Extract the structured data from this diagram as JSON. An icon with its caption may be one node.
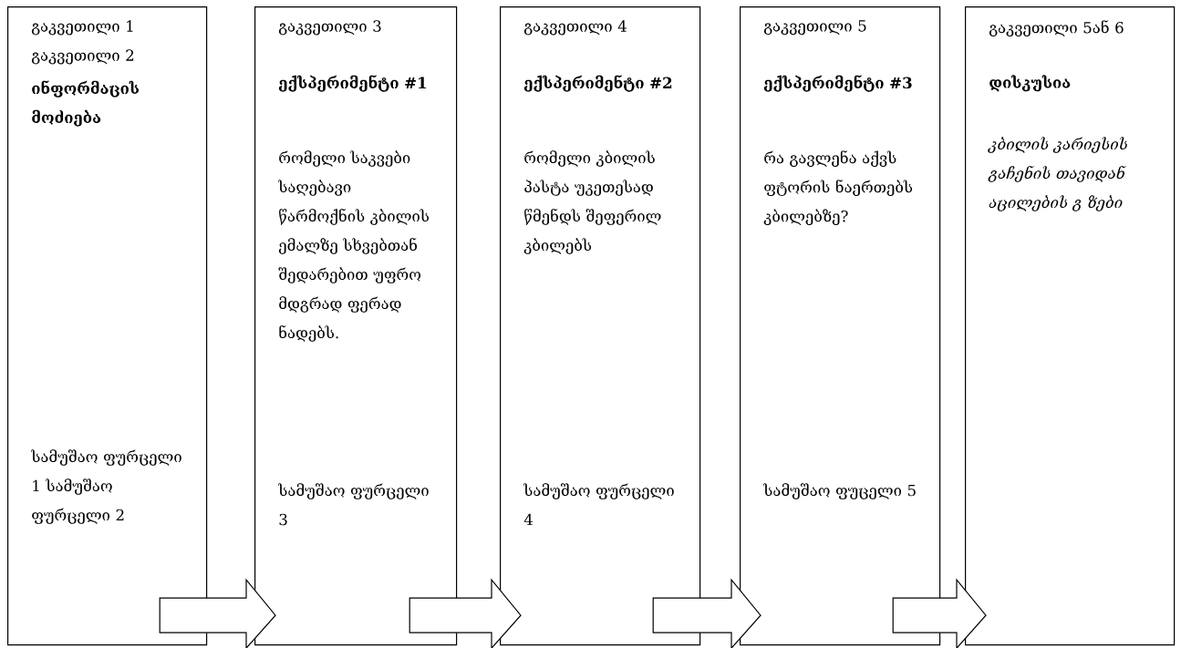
{
  "diagram": {
    "nodes": [
      {
        "text": [
          "გაკვეთილი 1 გაკვეთილი 2",
          "ინფორმაცის მოძიება",
          "სამუშაო ფურცელი 1 სამუშაო ფურცელი 2"
        ]
      },
      {
        "text": [
          "გაკვეთილი 3",
          "ექსპერიმენტი #1",
          "რომელი საკვები საღებავი წარმოქნის კბილის ემალზე სხვებთან შედარებით უფრო მდგრად ფერად ნადებს.",
          "სამუშაო ფურცელი 3"
        ]
      },
      {
        "text": [
          "გაკვეთილი 4",
          "ექსპერიმენტი #2",
          "რომელი კბილის პასტა უკეთესად წმენდს შეფერილ კბილებს",
          "სამუშაო ფურცელი 4"
        ]
      },
      {
        "text": [
          "გაკვეთილი 5",
          "ექსპერიმენტი #3",
          "რა გავლენა აქვს ფტორის ნაერთებს კბილებზე?",
          "სამუშაო ფუცელი 5"
        ]
      },
      {
        "text": [
          "გაკვეთილი 5ან 6",
          "დისკუსია",
          "კბილის კარიესის გაჩენის თავიდან აცილების გ ზები"
        ]
      }
    ],
    "edges": [
      {
        "from": 0,
        "to": 1,
        "arrow": "to"
      },
      {
        "from": 1,
        "to": 2,
        "arrow": "to"
      },
      {
        "from": 2,
        "to": 3,
        "arrow": "to"
      },
      {
        "from": 3,
        "to": 4,
        "arrow": "to"
      }
    ]
  }
}
